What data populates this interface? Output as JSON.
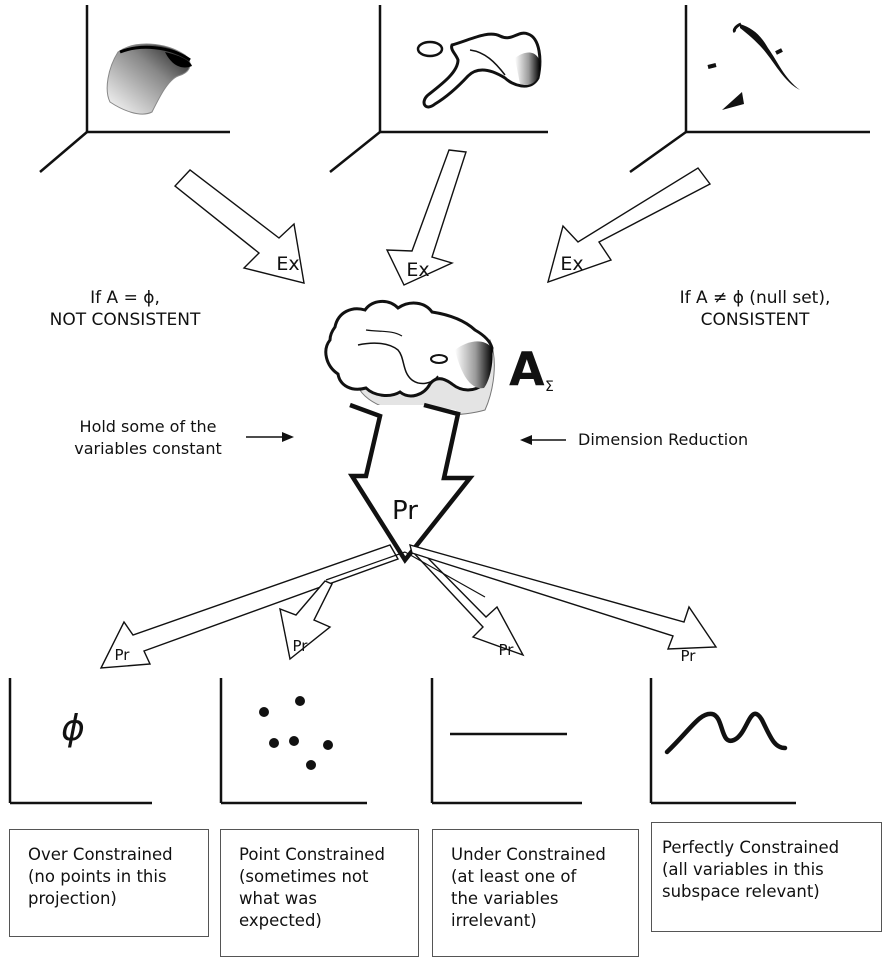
{
  "labels": {
    "ex": "Ex",
    "pr_main": "Pr",
    "pr_small": "Pr",
    "a_sigma_main": "A",
    "a_sigma_sub": "Σ",
    "phi": "ϕ"
  },
  "notes": {
    "left_line1": "If A = ϕ,",
    "left_line2": "NOT CONSISTENT",
    "right_line1": "If A ≠ ϕ (null set),",
    "right_line2": "CONSISTENT",
    "hold_line1": "Hold some of the",
    "hold_line2": "variables constant",
    "dim_reduction": "Dimension Reduction"
  },
  "boxes": [
    {
      "line1": "Over Constrained",
      "line2": "(no points in this",
      "line3": "projection)",
      "line4": ""
    },
    {
      "line1": "Point Constrained",
      "line2": "(sometimes not",
      "line3": "what was",
      "line4": "expected)"
    },
    {
      "line1": "Under Constrained",
      "line2": "(at least one of",
      "line3": "the variables",
      "line4": "irrelevant)"
    },
    {
      "line1": "Perfectly Constrained",
      "line2": "(all variables in this",
      "line3": "subspace relevant)",
      "line4": ""
    }
  ]
}
